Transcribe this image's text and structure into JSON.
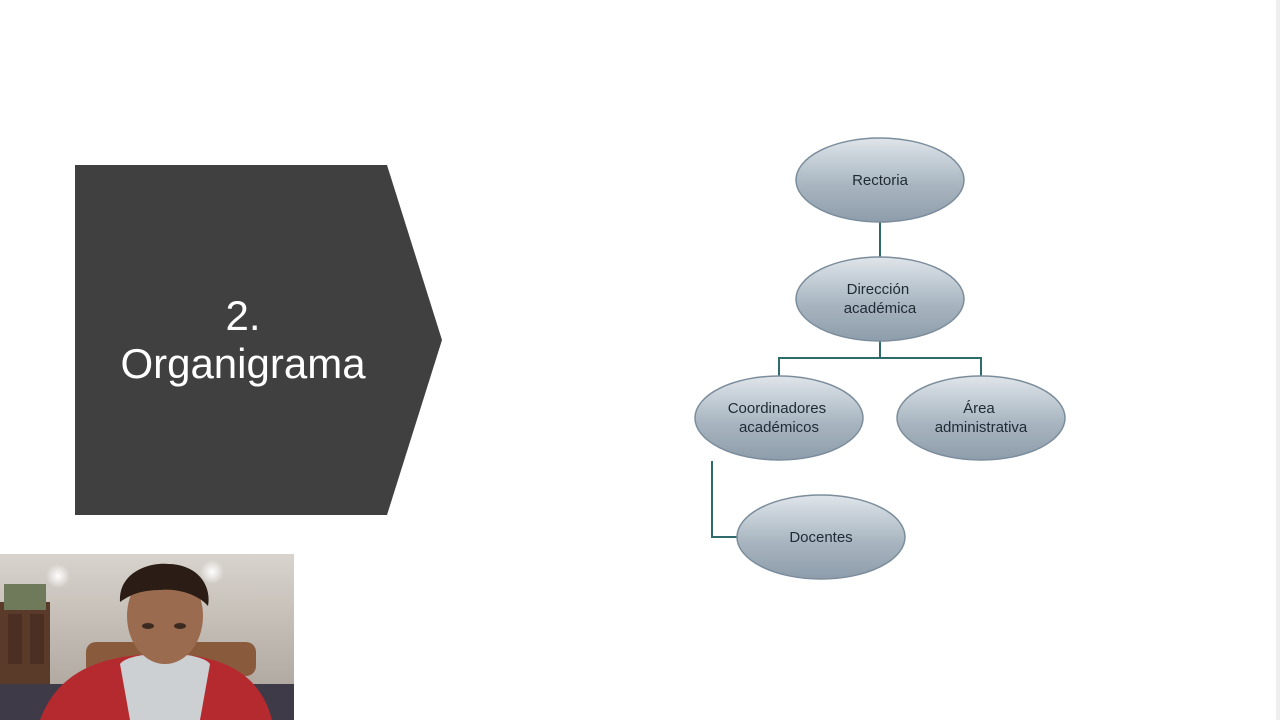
{
  "slide": {
    "number": "2.",
    "title": "Organigrama"
  },
  "org_chart": {
    "nodes": {
      "rectoria": [
        "Rectoria"
      ],
      "direccion": [
        "Dirección",
        "académica"
      ],
      "coordinadores": [
        "Coordinadores",
        "académicos"
      ],
      "area": [
        "Área",
        "administrativa"
      ],
      "docentes": [
        "Docentes"
      ]
    }
  },
  "colors": {
    "title_block": "#404040",
    "node_fill": "#9aaab8",
    "connector": "#2f6b6b",
    "node_text": "#1f2a33"
  },
  "webcam": {
    "present": true
  }
}
